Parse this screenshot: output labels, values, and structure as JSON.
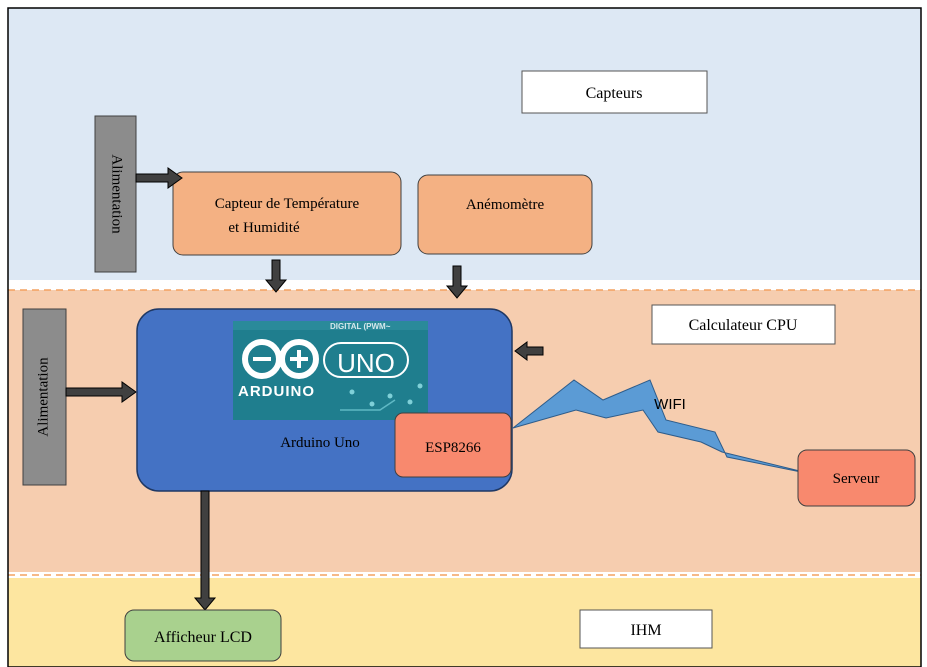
{
  "zones": {
    "sensors_label": "Capteurs",
    "cpu_label": "Calculateur CPU",
    "hmi_label": "IHM"
  },
  "components": {
    "power_top": "Alimentation",
    "power_left": "Alimentation",
    "temp_sensor_line1": "Capteur de Température",
    "temp_sensor_line2": "et Humidité",
    "anemometer": "Anémomètre",
    "arduino_label": "Arduino Uno",
    "esp_label": "ESP8266",
    "server_label": "Serveur",
    "lcd_label": "Afficheur LCD",
    "wifi_label": "WIFI"
  },
  "arduino_logo": {
    "brand_text": "ARDUINO",
    "model_text": "UNO",
    "board_silkscreen": "DIGITAL (PWM~"
  },
  "colors": {
    "sensors_bg": "#dde8f4",
    "cpu_bg": "#f6cdaf",
    "hmi_bg": "#fde6a0",
    "sensor_box": "#f4b183",
    "arduino_box": "#4472c4",
    "arduino_logo_bg": "#1f7e8e",
    "esp_box": "#f8896e",
    "server_box": "#f8896e",
    "lcd_box": "#a9d18e",
    "power_box": "#8c8c8c",
    "wifi_bolt": "#5b9bd5",
    "arrow_fill": "#404040",
    "divider": "#f4a261"
  }
}
